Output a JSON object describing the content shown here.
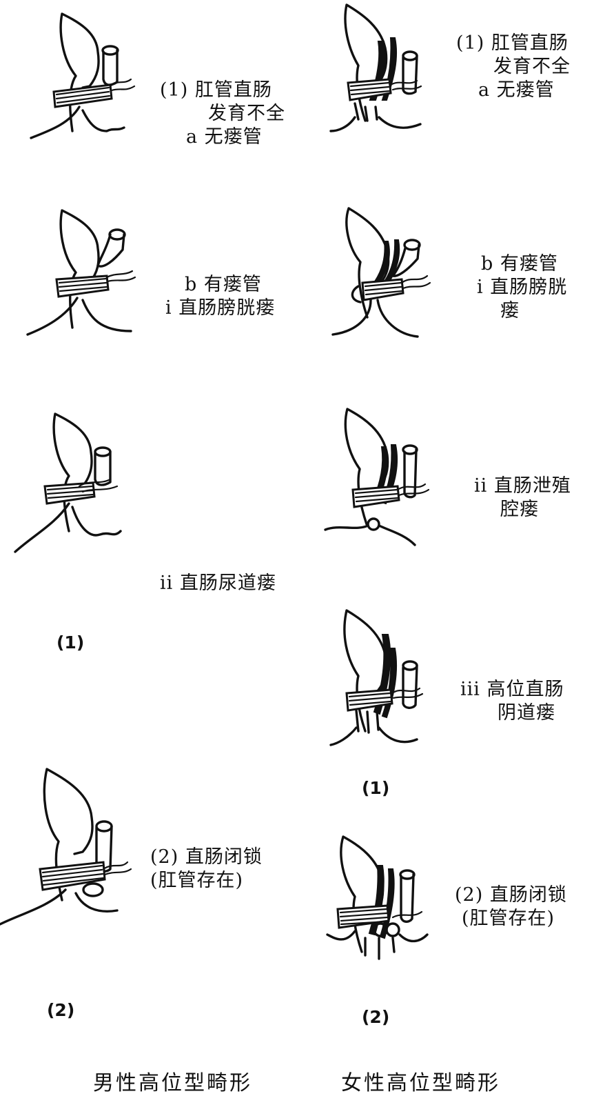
{
  "male": {
    "a_caption": [
      "(1) 肛管直肠",
      "发育不全",
      "a 无瘘管"
    ],
    "b_caption": [
      "b 有瘘管",
      "i 直肠膀胱瘘"
    ],
    "ii_caption": "ii 直肠尿道瘘",
    "group1_label": "(1)",
    "atresia_caption": [
      "(2) 直肠闭锁",
      "(肛管存在)"
    ],
    "group2_label": "(2)",
    "title": "男性高位型畸形"
  },
  "female": {
    "a_caption": [
      "(1) 肛管直肠",
      "发育不全",
      "a 无瘘管"
    ],
    "b_caption": [
      "b 有瘘管",
      "i 直肠膀胱",
      "瘘"
    ],
    "ii_caption": [
      "ii 直肠泄殖",
      "腔瘘"
    ],
    "iii_caption": [
      "iii 高位直肠",
      "阴道瘘"
    ],
    "group1_label": "(1)",
    "atresia_caption": [
      "(2) 直肠闭锁",
      "(肛管存在)"
    ],
    "group2_label": "(2)",
    "title": "女性高位型畸形"
  },
  "icons": [
    "male-pelvis-drawing",
    "female-pelvis-drawing"
  ]
}
